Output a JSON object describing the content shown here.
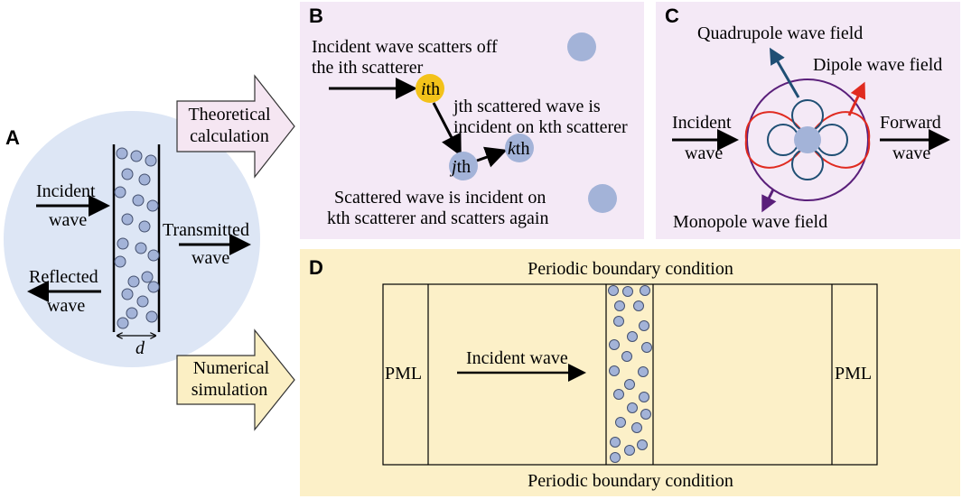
{
  "colors": {
    "panel_bc_bg": "#f4e9f6",
    "panel_d_bg": "#fcf0c8",
    "circle_a_bg": "#dde6f5",
    "particle_fill": "#a3b3d8",
    "particle_stroke": "#44506e",
    "ith_fill": "#f3c21a",
    "quadrupole": "#1f4f74",
    "dipole": "#e02b20",
    "monopole": "#5a1f7a",
    "arrow_theory_fill": "#f5e6f2",
    "arrow_numerical_fill": "#fbefc4"
  },
  "panel_a": {
    "letter": "A",
    "incident_line1": "Incident",
    "incident_line2": "wave",
    "reflected_line1": "Reflected",
    "reflected_line2": "wave",
    "transmitted_line1": "Transmitted",
    "transmitted_line2": "wave",
    "thickness_label": "d"
  },
  "arrow_theory": {
    "line1": "Theoretical",
    "line2": "calculation"
  },
  "arrow_numerical": {
    "line1": "Numerical",
    "line2": "simulation"
  },
  "panel_b": {
    "letter": "B",
    "caption1_line1": "Incident wave scatters off",
    "caption1_line2": "the ith scatterer",
    "caption2_line1": "jth scattered wave is",
    "caption2_line2": "incident on kth scatterer",
    "caption3_line1": "Scattered wave is incident on",
    "caption3_line2": "kth scatterer and scatters again",
    "ith_label_italic": "i",
    "jth_label_italic": "j",
    "kth_label_italic": "k",
    "ordinal_suffix": "th"
  },
  "panel_c": {
    "letter": "C",
    "quadrupole_label": "Quadrupole wave field",
    "dipole_label": "Dipole wave field",
    "monopole_label": "Monopole wave field",
    "incident_line1": "Incident",
    "incident_line2": "wave",
    "forward_line1": "Forward",
    "forward_line2": "wave"
  },
  "panel_d": {
    "letter": "D",
    "top_boundary": "Periodic boundary condition",
    "bottom_boundary": "Periodic boundary condition",
    "left_pml": "PML",
    "right_pml": "PML",
    "incident_wave": "Incident wave"
  }
}
